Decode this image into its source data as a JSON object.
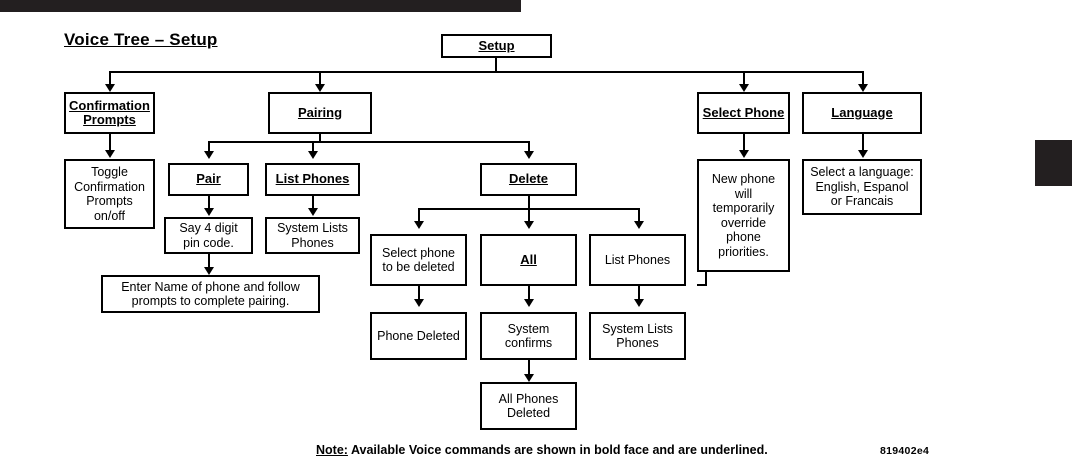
{
  "page": {
    "title": "Voice Tree – Setup",
    "document_code": "819402e4",
    "background_color": "#ffffff",
    "ink_color": "#000000",
    "bar_color": "#231f20"
  },
  "footer": {
    "note_label": "Note:",
    "note_text": " Available Voice commands are shown in bold face and are underlined."
  },
  "chart_data": {
    "type": "diagram",
    "title": "Voice Tree – Setup",
    "nodes": [
      {
        "id": "setup",
        "label": "Setup",
        "voice_command": true
      },
      {
        "id": "confirmation-prompts",
        "label": "Confirmation Prompts",
        "voice_command": true
      },
      {
        "id": "toggle-confirmation",
        "label": "Toggle Confirmation Prompts on/off",
        "voice_command": false
      },
      {
        "id": "pairing",
        "label": "Pairing",
        "voice_command": true
      },
      {
        "id": "pair",
        "label": "Pair",
        "voice_command": true
      },
      {
        "id": "say-pin",
        "label": "Say 4 digit pin code.",
        "voice_command": false
      },
      {
        "id": "enter-name",
        "label": "Enter Name of phone and follow prompts to complete pairing.",
        "voice_command": false
      },
      {
        "id": "list-phones-pairing",
        "label": "List Phones",
        "voice_command": true
      },
      {
        "id": "system-lists-pairing",
        "label": "System Lists Phones",
        "voice_command": false
      },
      {
        "id": "delete",
        "label": "Delete",
        "voice_command": true
      },
      {
        "id": "select-phone-delete",
        "label": "Select phone to be deleted",
        "voice_command": false
      },
      {
        "id": "phone-deleted",
        "label": "Phone Deleted",
        "voice_command": false
      },
      {
        "id": "all",
        "label": "All",
        "voice_command": true
      },
      {
        "id": "system-confirms",
        "label": "System confirms",
        "voice_command": false
      },
      {
        "id": "all-phones-deleted",
        "label": "All Phones Deleted",
        "voice_command": false
      },
      {
        "id": "list-phones-delete",
        "label": "List Phones",
        "voice_command": false
      },
      {
        "id": "system-lists-delete",
        "label": "System Lists Phones",
        "voice_command": false
      },
      {
        "id": "select-phone",
        "label": "Select Phone",
        "voice_command": true
      },
      {
        "id": "new-phone-override",
        "label": "New phone will temporarily override phone priorities.",
        "voice_command": false
      },
      {
        "id": "language",
        "label": "Language",
        "voice_command": true
      },
      {
        "id": "select-a-language",
        "label": "Select a language: English, Espanol or Francais",
        "voice_command": false
      }
    ],
    "edges": [
      {
        "from": "setup",
        "to": "confirmation-prompts"
      },
      {
        "from": "setup",
        "to": "pairing"
      },
      {
        "from": "setup",
        "to": "select-phone"
      },
      {
        "from": "setup",
        "to": "language"
      },
      {
        "from": "confirmation-prompts",
        "to": "toggle-confirmation"
      },
      {
        "from": "pairing",
        "to": "pair"
      },
      {
        "from": "pairing",
        "to": "list-phones-pairing"
      },
      {
        "from": "pairing",
        "to": "delete"
      },
      {
        "from": "pair",
        "to": "say-pin"
      },
      {
        "from": "say-pin",
        "to": "enter-name"
      },
      {
        "from": "list-phones-pairing",
        "to": "system-lists-pairing"
      },
      {
        "from": "delete",
        "to": "select-phone-delete"
      },
      {
        "from": "delete",
        "to": "all"
      },
      {
        "from": "delete",
        "to": "list-phones-delete"
      },
      {
        "from": "select-phone-delete",
        "to": "phone-deleted"
      },
      {
        "from": "all",
        "to": "system-confirms"
      },
      {
        "from": "system-confirms",
        "to": "all-phones-deleted"
      },
      {
        "from": "list-phones-delete",
        "to": "system-lists-delete"
      },
      {
        "from": "select-phone",
        "to": "new-phone-override"
      },
      {
        "from": "language",
        "to": "select-a-language"
      }
    ]
  },
  "nodes": {
    "setup": {
      "label": "Setup"
    },
    "confirmation_prompts": {
      "line1": "Confirmation",
      "line2": "Prompts"
    },
    "toggle_confirmation": {
      "line1": "Toggle",
      "line2": "Confirmation",
      "line3": "Prompts",
      "line4": "on/off"
    },
    "pairing": {
      "label": "Pairing"
    },
    "pair": {
      "label": "Pair"
    },
    "say_pin": {
      "line1": "Say 4 digit",
      "line2": "pin code."
    },
    "enter_name": {
      "line1": "Enter Name of phone and follow",
      "line2": "prompts to complete pairing."
    },
    "list_phones_pairing": {
      "label": "List Phones"
    },
    "system_lists_pairing": {
      "line1": "System Lists",
      "line2": "Phones"
    },
    "delete": {
      "label": "Delete"
    },
    "select_phone_delete": {
      "line1": "Select phone",
      "line2": "to be deleted"
    },
    "phone_deleted": {
      "label": "Phone Deleted"
    },
    "all": {
      "label": "All"
    },
    "system_confirms": {
      "line1": "System",
      "line2": "confirms"
    },
    "all_phones_deleted": {
      "line1": "All Phones",
      "line2": "Deleted"
    },
    "list_phones_delete": {
      "label": "List Phones"
    },
    "system_lists_delete": {
      "line1": "System Lists",
      "line2": "Phones"
    },
    "select_phone": {
      "label": "Select Phone"
    },
    "new_phone_override": {
      "line1": "New phone",
      "line2": "will",
      "line3": "temporarily",
      "line4": "override",
      "line5": "phone",
      "line6": "priorities."
    },
    "language": {
      "label": "Language"
    },
    "select_a_language": {
      "line1": "Select a language:",
      "line2": "English, Espanol",
      "line3": "or Francais"
    }
  }
}
